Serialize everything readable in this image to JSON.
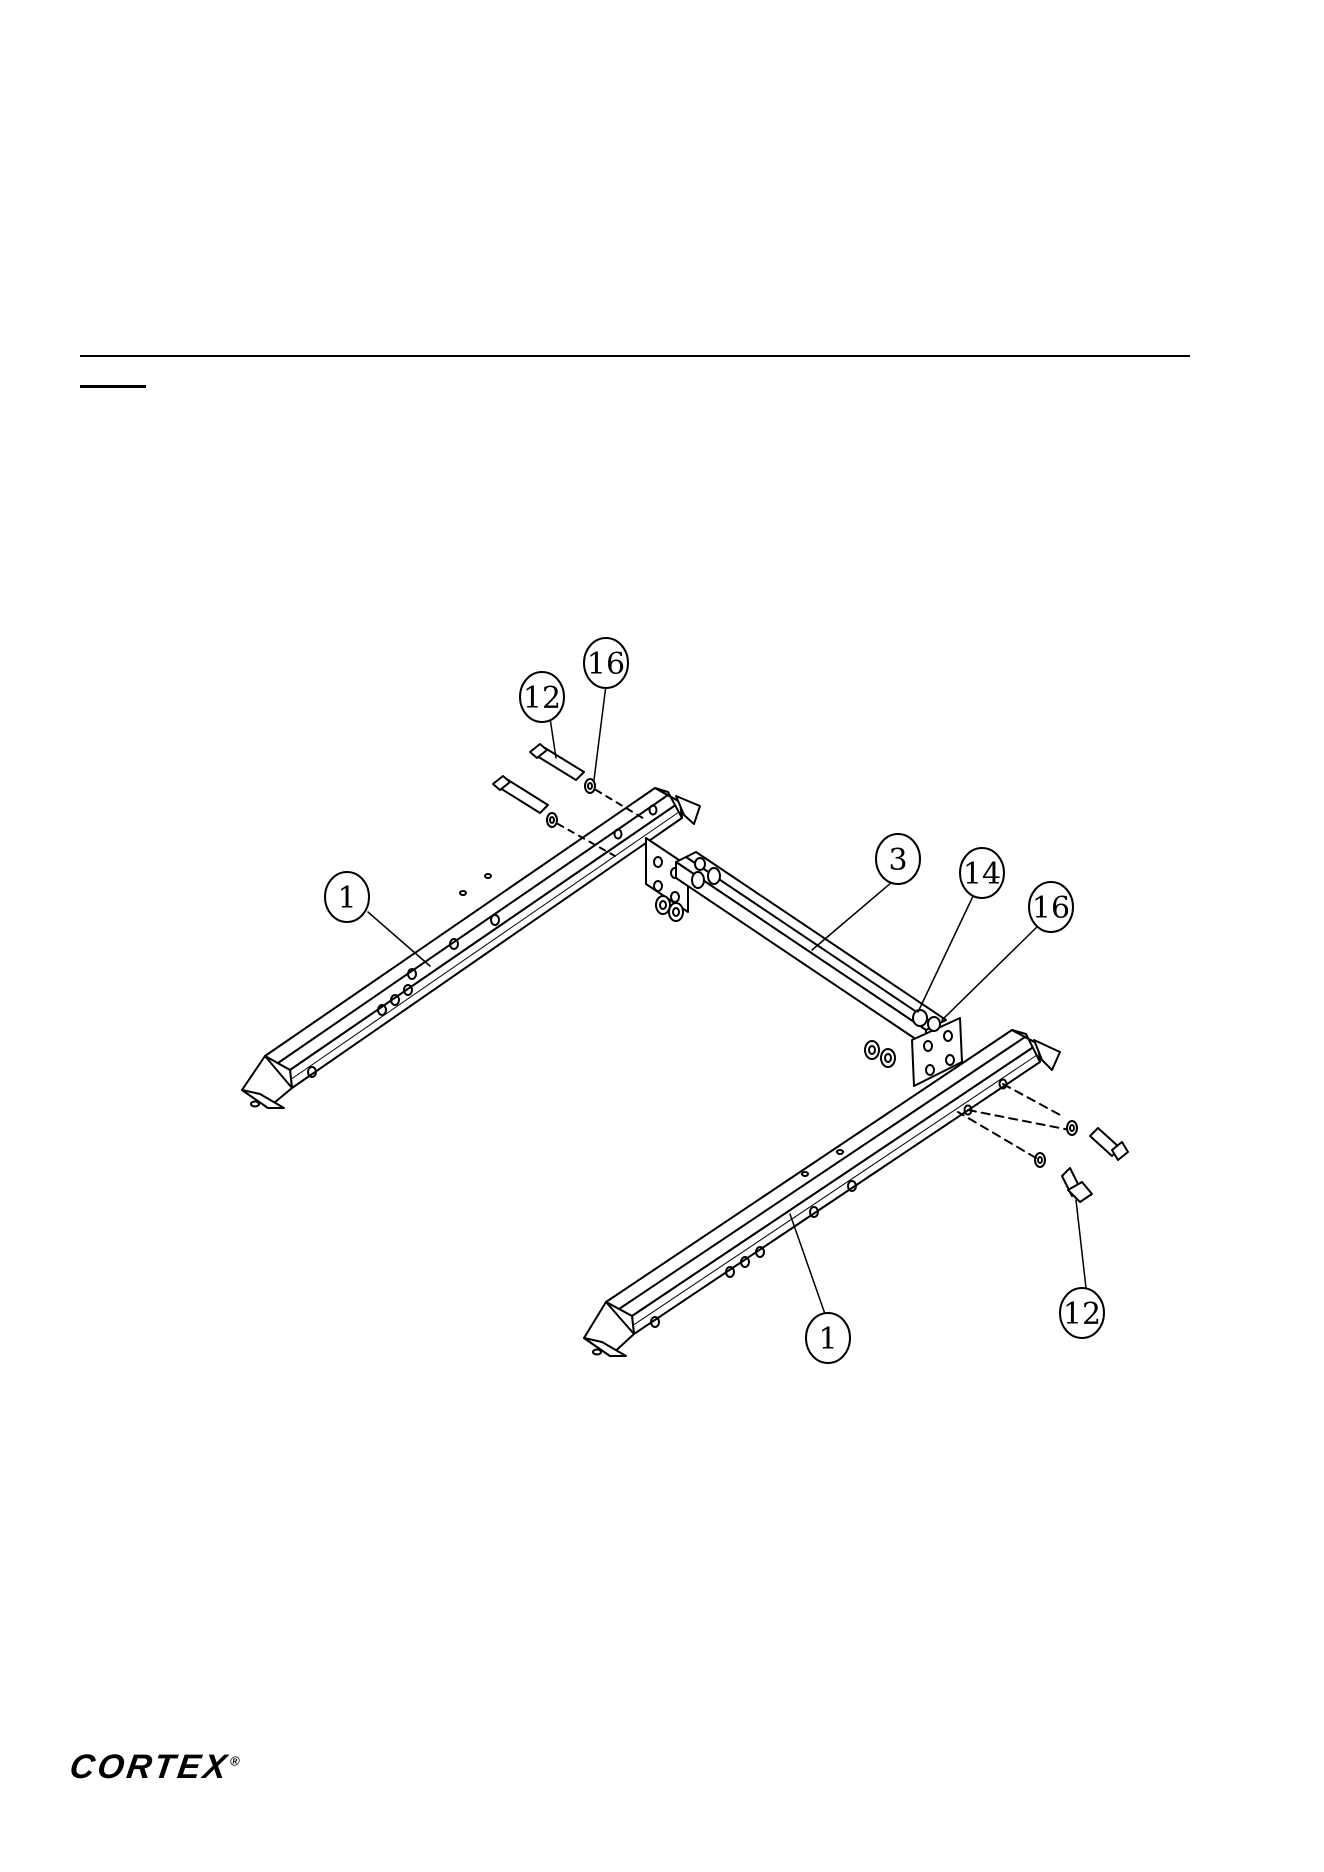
{
  "callouts": {
    "c12_top": "12",
    "c16_top": "16",
    "c1_left": "1",
    "c3": "3",
    "c14": "14",
    "c16_right": "16",
    "c12_right": "12",
    "c1_bottom": "1"
  },
  "brand": {
    "logo_text": "CORTEX",
    "registered_mark": "®"
  }
}
